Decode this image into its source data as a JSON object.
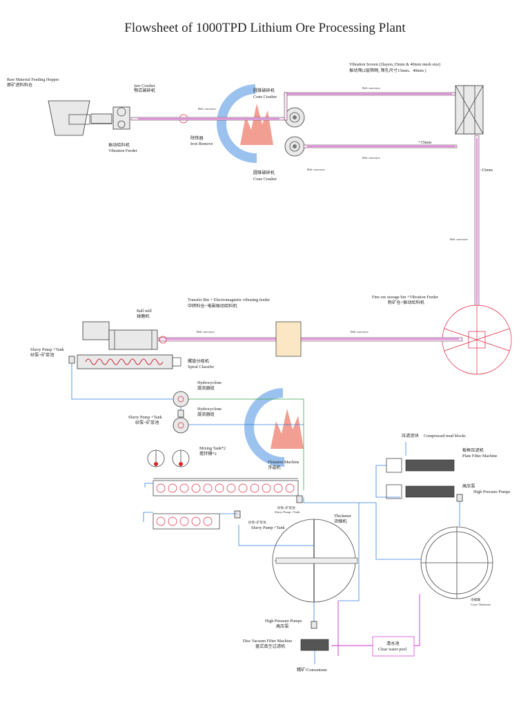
{
  "title": "Flowsheet of  1000TPD Lithium Ore Processing Plant",
  "labels": {
    "hopper_en": "Raw Material Feeding Hopper",
    "hopper_cn": "原矿进料料仓",
    "jaw_en": "Jaw Crusher",
    "jaw_cn": "颚式破碎机",
    "vfeeder_cn": "振动给料机",
    "vfeeder_en": "Vibration  Feeder",
    "iron_cn": "除铁器",
    "iron_en": "Iron Remove",
    "cone1_cn": "圆锥破碎机",
    "cone1_en": "Cone Crusher",
    "cone2_cn": "圆锥破碎机",
    "cone2_en": "Cone Crusher",
    "screen_en": "Vibration Screen (2layers,15mm & 40mm mesh size)",
    "screen_cn": "振动筛(2层筛网, 筛孔尺寸15mm、40mm )",
    "plus15": "+15mm",
    "minus15": "-15mm",
    "belt": "Belt conveyor",
    "fine_bin_en": "Fine ore storage bin +Vibration Feeder",
    "fine_bin_cn": "粉矿仓+振动给料机",
    "transfer_en": "Transfer Bin + Electromagnetic vibrating feeder",
    "transfer_cn": "中转料仓+电磁振动给料机",
    "ballmill_en": "Ball mill",
    "ballmill_cn": "球磨机",
    "slurry1_en": "Slurry Pump +Tank",
    "slurry1_cn": "砂泵+矿浆池",
    "spiral_cn": "螺旋分级机",
    "spiral_en": "Spiral Classifer",
    "hydro1_en": "Hydrocyclone",
    "hydro1_cn": "旋流器组",
    "slurry2_en": "Slurry Pump +Tank",
    "slurry2_cn": "砂泵+矿浆池",
    "hydro2_en": "Hydrocyclone",
    "hydro2_cn": "旋流器组",
    "mixing_en": "Mixing Tank*2",
    "mixing_cn": "搅拌桶*2",
    "flotation_en": "Flotation Machine",
    "flotation_cn": "浮选机",
    "slurry3_cn": "砂泵+矿浆池",
    "slurry3_en": "Slurry Pump +Tank",
    "slurry4_cn": "砂泵+矿浆池",
    "slurry4_en": "Slurry Pump +Tank",
    "thickener_en": "Thickener",
    "thickener_cn": "浓缩机",
    "mud_cn": "压滤泥块",
    "mud_en": "Compressed mud blocks",
    "plate_cn": "板框压滤机",
    "plate_en": "Plate Filter Machine",
    "hpp1_cn": "高压泵",
    "hpp1_en": "High Pressure Pumps",
    "cone_thick_cn": "浓缩罐",
    "cone_thick_en": "Cone Thickener",
    "hpp2_en": "High Pressure Pumps",
    "hpp2_cn": "高压泵",
    "disc_en": "Disc Vacuum Filter Machine",
    "disc_cn": "盘式真空过滤机",
    "concentrate": "精矿/Concentrate",
    "pool_cn": "清水池",
    "pool_en": "Clear water pool"
  }
}
